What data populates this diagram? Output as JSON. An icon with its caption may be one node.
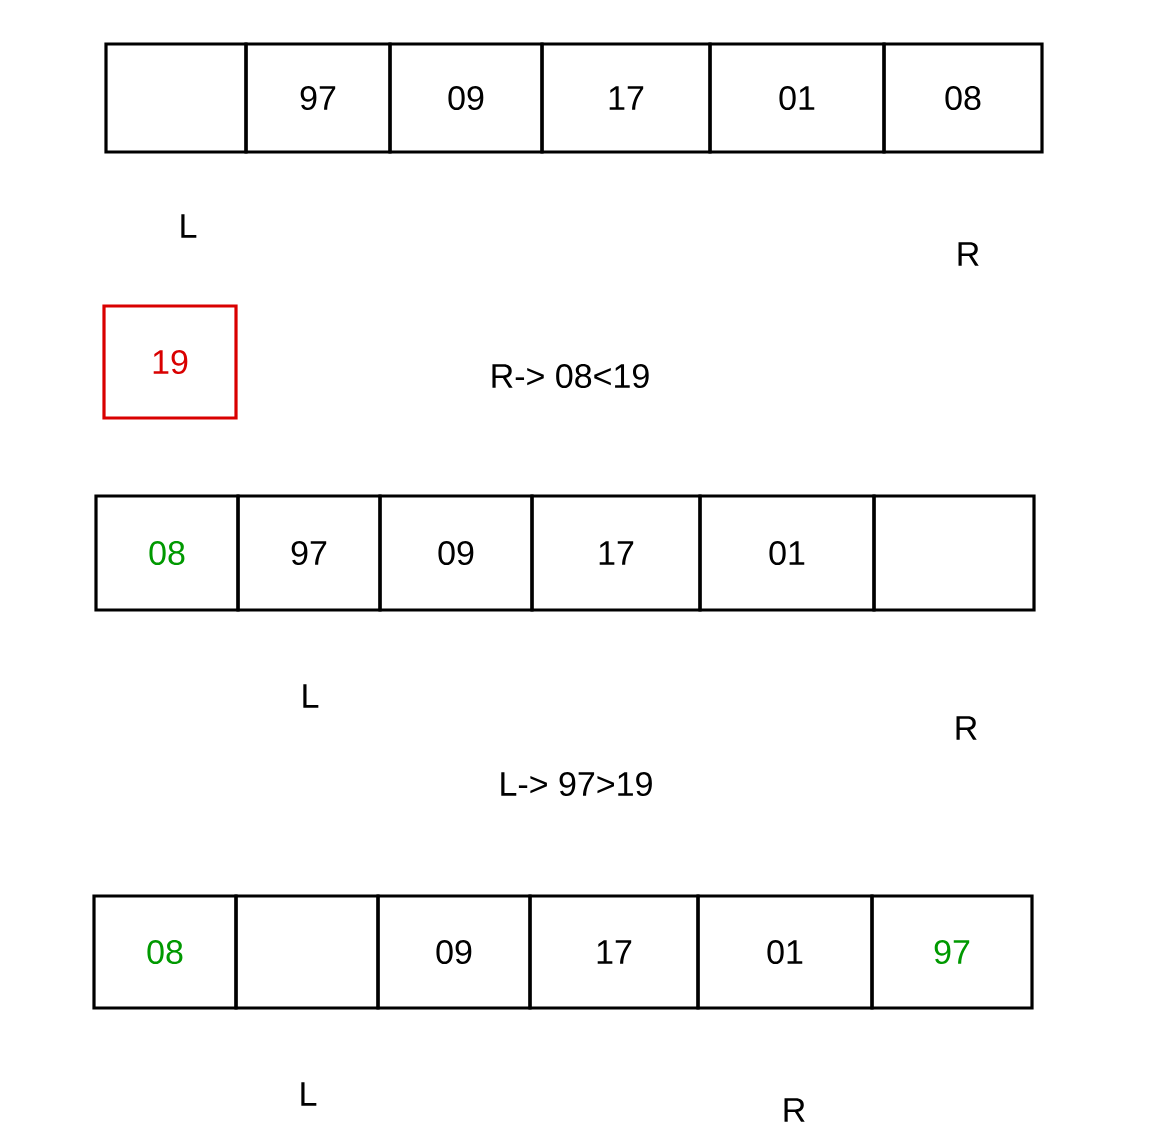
{
  "diagram": {
    "nodes": [
      {
        "text": [],
        "shape": "box"
      },
      {
        "text": [
          "97"
        ]
      },
      {
        "text": [
          "09"
        ]
      },
      {
        "text": [
          "17"
        ]
      },
      {
        "text": [
          "01"
        ]
      },
      {
        "text": [
          "08"
        ]
      },
      {
        "text": [
          "19"
        ]
      },
      {
        "text": [
          "08"
        ]
      },
      {
        "text": [
          "97"
        ]
      },
      {
        "text": [
          "09"
        ]
      },
      {
        "text": [
          "17"
        ]
      },
      {
        "text": [
          "01"
        ]
      },
      {
        "text": [],
        "shape": "box"
      },
      {
        "text": [
          "08"
        ]
      },
      {
        "text": [],
        "shape": "box"
      },
      {
        "text": [
          "09"
        ]
      },
      {
        "text": [
          "17"
        ]
      },
      {
        "text": [
          "01"
        ]
      },
      {
        "text": [
          "97"
        ]
      }
    ],
    "labels": [
      "L",
      "R",
      "R-> 08<19",
      "L",
      "R",
      "L-> 97>19",
      "L",
      "R"
    ]
  }
}
